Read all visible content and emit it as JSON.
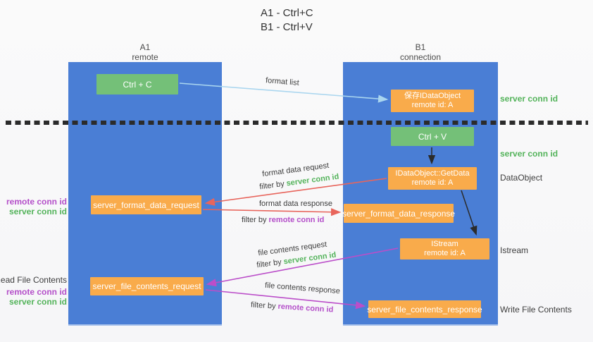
{
  "title": {
    "line1": "A1 - Ctrl+C",
    "line2": "B1 - Ctrl+V"
  },
  "columns": {
    "left": {
      "name": "A1",
      "role": "remote"
    },
    "right": {
      "name": "B1",
      "role": "connection"
    }
  },
  "boxes": {
    "ctrl_c": {
      "label": "Ctrl + C"
    },
    "save_idataobject": {
      "line1": "保存IDataObject",
      "line2": "remote id: A"
    },
    "ctrl_v": {
      "label": "Ctrl + V"
    },
    "idataobject_getdata": {
      "line1": "IDataObject::GetData",
      "line2": "remote id: A"
    },
    "server_format_data_request": {
      "label": "server_format_data_request"
    },
    "server_format_data_response": {
      "label": "server_format_data_response"
    },
    "istream": {
      "line1": "IStream",
      "line2": "remote id: A"
    },
    "server_file_contents_request": {
      "label": "server_file_contents_request"
    },
    "server_file_contents_response": {
      "label": "server_file_contents_response"
    }
  },
  "left_annotations": {
    "format_remote_conn_id": "remote conn id",
    "format_server_conn_id": "server conn id",
    "read_file_contents": "Read File Contents",
    "file_remote_conn_id": "remote conn id",
    "file_server_conn_id": "server conn id"
  },
  "right_annotations": {
    "server_conn_id_top": "server conn id",
    "server_conn_id_mid": "server conn id",
    "dataobject": "DataObject",
    "istream": "Istream",
    "write_file_contents": "Write File Contents"
  },
  "arrow_labels": {
    "format_list": "format list",
    "format_data_request": "format data request",
    "filter_by_server_1": {
      "prefix": "filter by ",
      "value": "server conn id"
    },
    "format_data_response": "format data response",
    "filter_by_remote_1": {
      "prefix": "filter by ",
      "value": "remote conn id"
    },
    "file_contents_request": "file contents request",
    "filter_by_server_2": {
      "prefix": "filter by ",
      "value": "server conn id"
    },
    "file_contents_response": "file contents response",
    "filter_by_remote_2": {
      "prefix": "filter by ",
      "value": "remote conn id"
    }
  },
  "colors": {
    "column_blue": "#4a7ed5",
    "box_green": "#74c078",
    "box_orange": "#f9ab4b",
    "arrow_red": "#e8655c",
    "arrow_magenta": "#bb4ec9",
    "arrow_lightblue": "#aad6ef",
    "arrow_black": "#2b2b2b",
    "text_green": "#53b35a",
    "text_purple": "#b44fc9"
  }
}
